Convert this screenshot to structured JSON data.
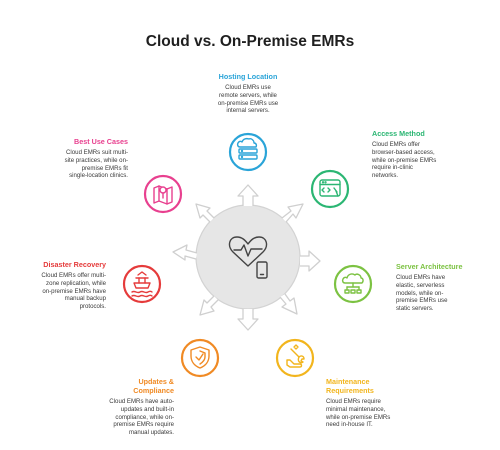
{
  "title": "Cloud vs. On-Premise EMRs",
  "colors": {
    "hosting": "#2aa4d8",
    "access": "#2bb673",
    "architecture": "#7cc242",
    "maintenance": "#f2b51d",
    "updates": "#f08a24",
    "disaster": "#e53b3b",
    "bestuse": "#e8408f",
    "center": "#e6e6e6",
    "arrow": "#d0d0d0"
  },
  "sections": {
    "hosting": {
      "heading": [
        "Hosting Location"
      ],
      "desc": [
        "Cloud EMRs use",
        "remote servers, while",
        "on-premise EMRs use",
        "internal servers."
      ],
      "icon": "server-cloud-icon"
    },
    "access": {
      "heading": [
        "Access Method"
      ],
      "desc": [
        "Cloud EMRs offer",
        "browser-based access,",
        "while on-premise EMRs",
        "require in-clinic",
        "networks."
      ],
      "icon": "browser-window-icon"
    },
    "architecture": {
      "heading": [
        "Server Architecture"
      ],
      "desc": [
        "Cloud EMRs have",
        "elastic, serverless",
        "models, while on-",
        "premise EMRs use",
        "static servers."
      ],
      "icon": "cloud-network-icon"
    },
    "maintenance": {
      "heading": [
        "Maintenance",
        "Requirements"
      ],
      "desc": [
        "Cloud EMRs require",
        "minimal maintenance,",
        "while on-premise EMRs",
        "need in-house IT."
      ],
      "icon": "wrench-hand-icon"
    },
    "updates": {
      "heading": [
        "Updates &",
        "Compliance"
      ],
      "desc": [
        "Cloud EMRs have auto-",
        "updates and built-in",
        "compliance, while on-",
        "premise EMRs require",
        "manual updates."
      ],
      "icon": "shield-check-icon"
    },
    "disaster": {
      "heading": [
        "Disaster Recovery"
      ],
      "desc": [
        "Cloud EMRs offer multi-",
        "zone replication, while",
        "on-premise EMRs have",
        "manual backup",
        "protocols."
      ],
      "icon": "lifeboat-icon"
    },
    "bestuse": {
      "heading": [
        "Best Use Cases"
      ],
      "desc": [
        "Cloud EMRs suit multi-",
        "site practices, while on-",
        "premise EMRs fit",
        "single-location clinics."
      ],
      "icon": "map-pin-icon"
    }
  },
  "center_icon": "heart-pulse-tablet-icon"
}
